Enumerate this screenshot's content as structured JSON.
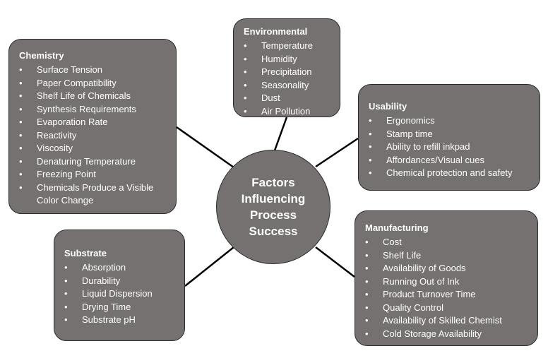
{
  "center": {
    "title": "Factors Influencing Process Success"
  },
  "colors": {
    "box_fill": "#767171",
    "box_border": "#2b2b2b",
    "text": "#ffffff",
    "connector": "#000000"
  },
  "boxes": {
    "chemistry": {
      "title": "Chemistry",
      "items": [
        "Surface Tension",
        "Paper Compatibility",
        "Shelf Life of Chemicals",
        "Synthesis Requirements",
        "Evaporation Rate",
        "Reactivity",
        "Viscosity",
        "Denaturing Temperature",
        "Freezing Point",
        "Chemicals Produce a Visible Color Change"
      ]
    },
    "environmental": {
      "title": "Environmental",
      "items": [
        "Temperature",
        "Humidity",
        "Precipitation",
        "Seasonality",
        "Dust",
        "Air Pollution"
      ]
    },
    "usability": {
      "title": "Usability",
      "items": [
        "Ergonomics",
        "Stamp time",
        "Ability to refill inkpad",
        "Affordances/Visual cues",
        "Chemical protection and safety"
      ]
    },
    "manufacturing": {
      "title": "Manufacturing",
      "items": [
        "Cost",
        "Shelf Life",
        "Availability of Goods",
        "Running Out of Ink",
        "Product Turnover Time",
        "Quality Control",
        "Availability of Skilled Chemist",
        "Cold Storage Availability"
      ]
    },
    "substrate": {
      "title": "Substrate",
      "items": [
        "Absorption",
        "Durability",
        "Liquid Dispersion",
        "Drying Time",
        "Substrate pH"
      ]
    }
  }
}
